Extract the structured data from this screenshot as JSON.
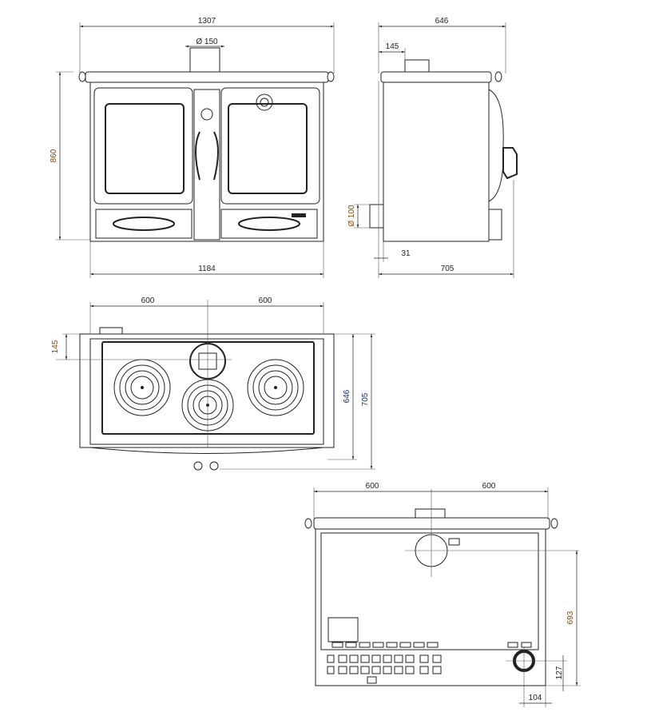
{
  "front_view": {
    "width_total": "1307",
    "flue_diameter": "Ø 150",
    "height": "860",
    "body_width": "1184"
  },
  "side_view": {
    "depth_total": "646",
    "flue_offset": "145",
    "pipe_diameter": "Ø 100",
    "pipe_offset": "31",
    "depth_with_handle": "705"
  },
  "top_view": {
    "left_half": "600",
    "right_half": "600",
    "flue_offset": "145",
    "depth": "646",
    "depth_with_handle": "705"
  },
  "back_view": {
    "left_half": "600",
    "right_half": "600",
    "flue_height": "693",
    "outlet_height": "127",
    "outlet_offset": "104"
  }
}
